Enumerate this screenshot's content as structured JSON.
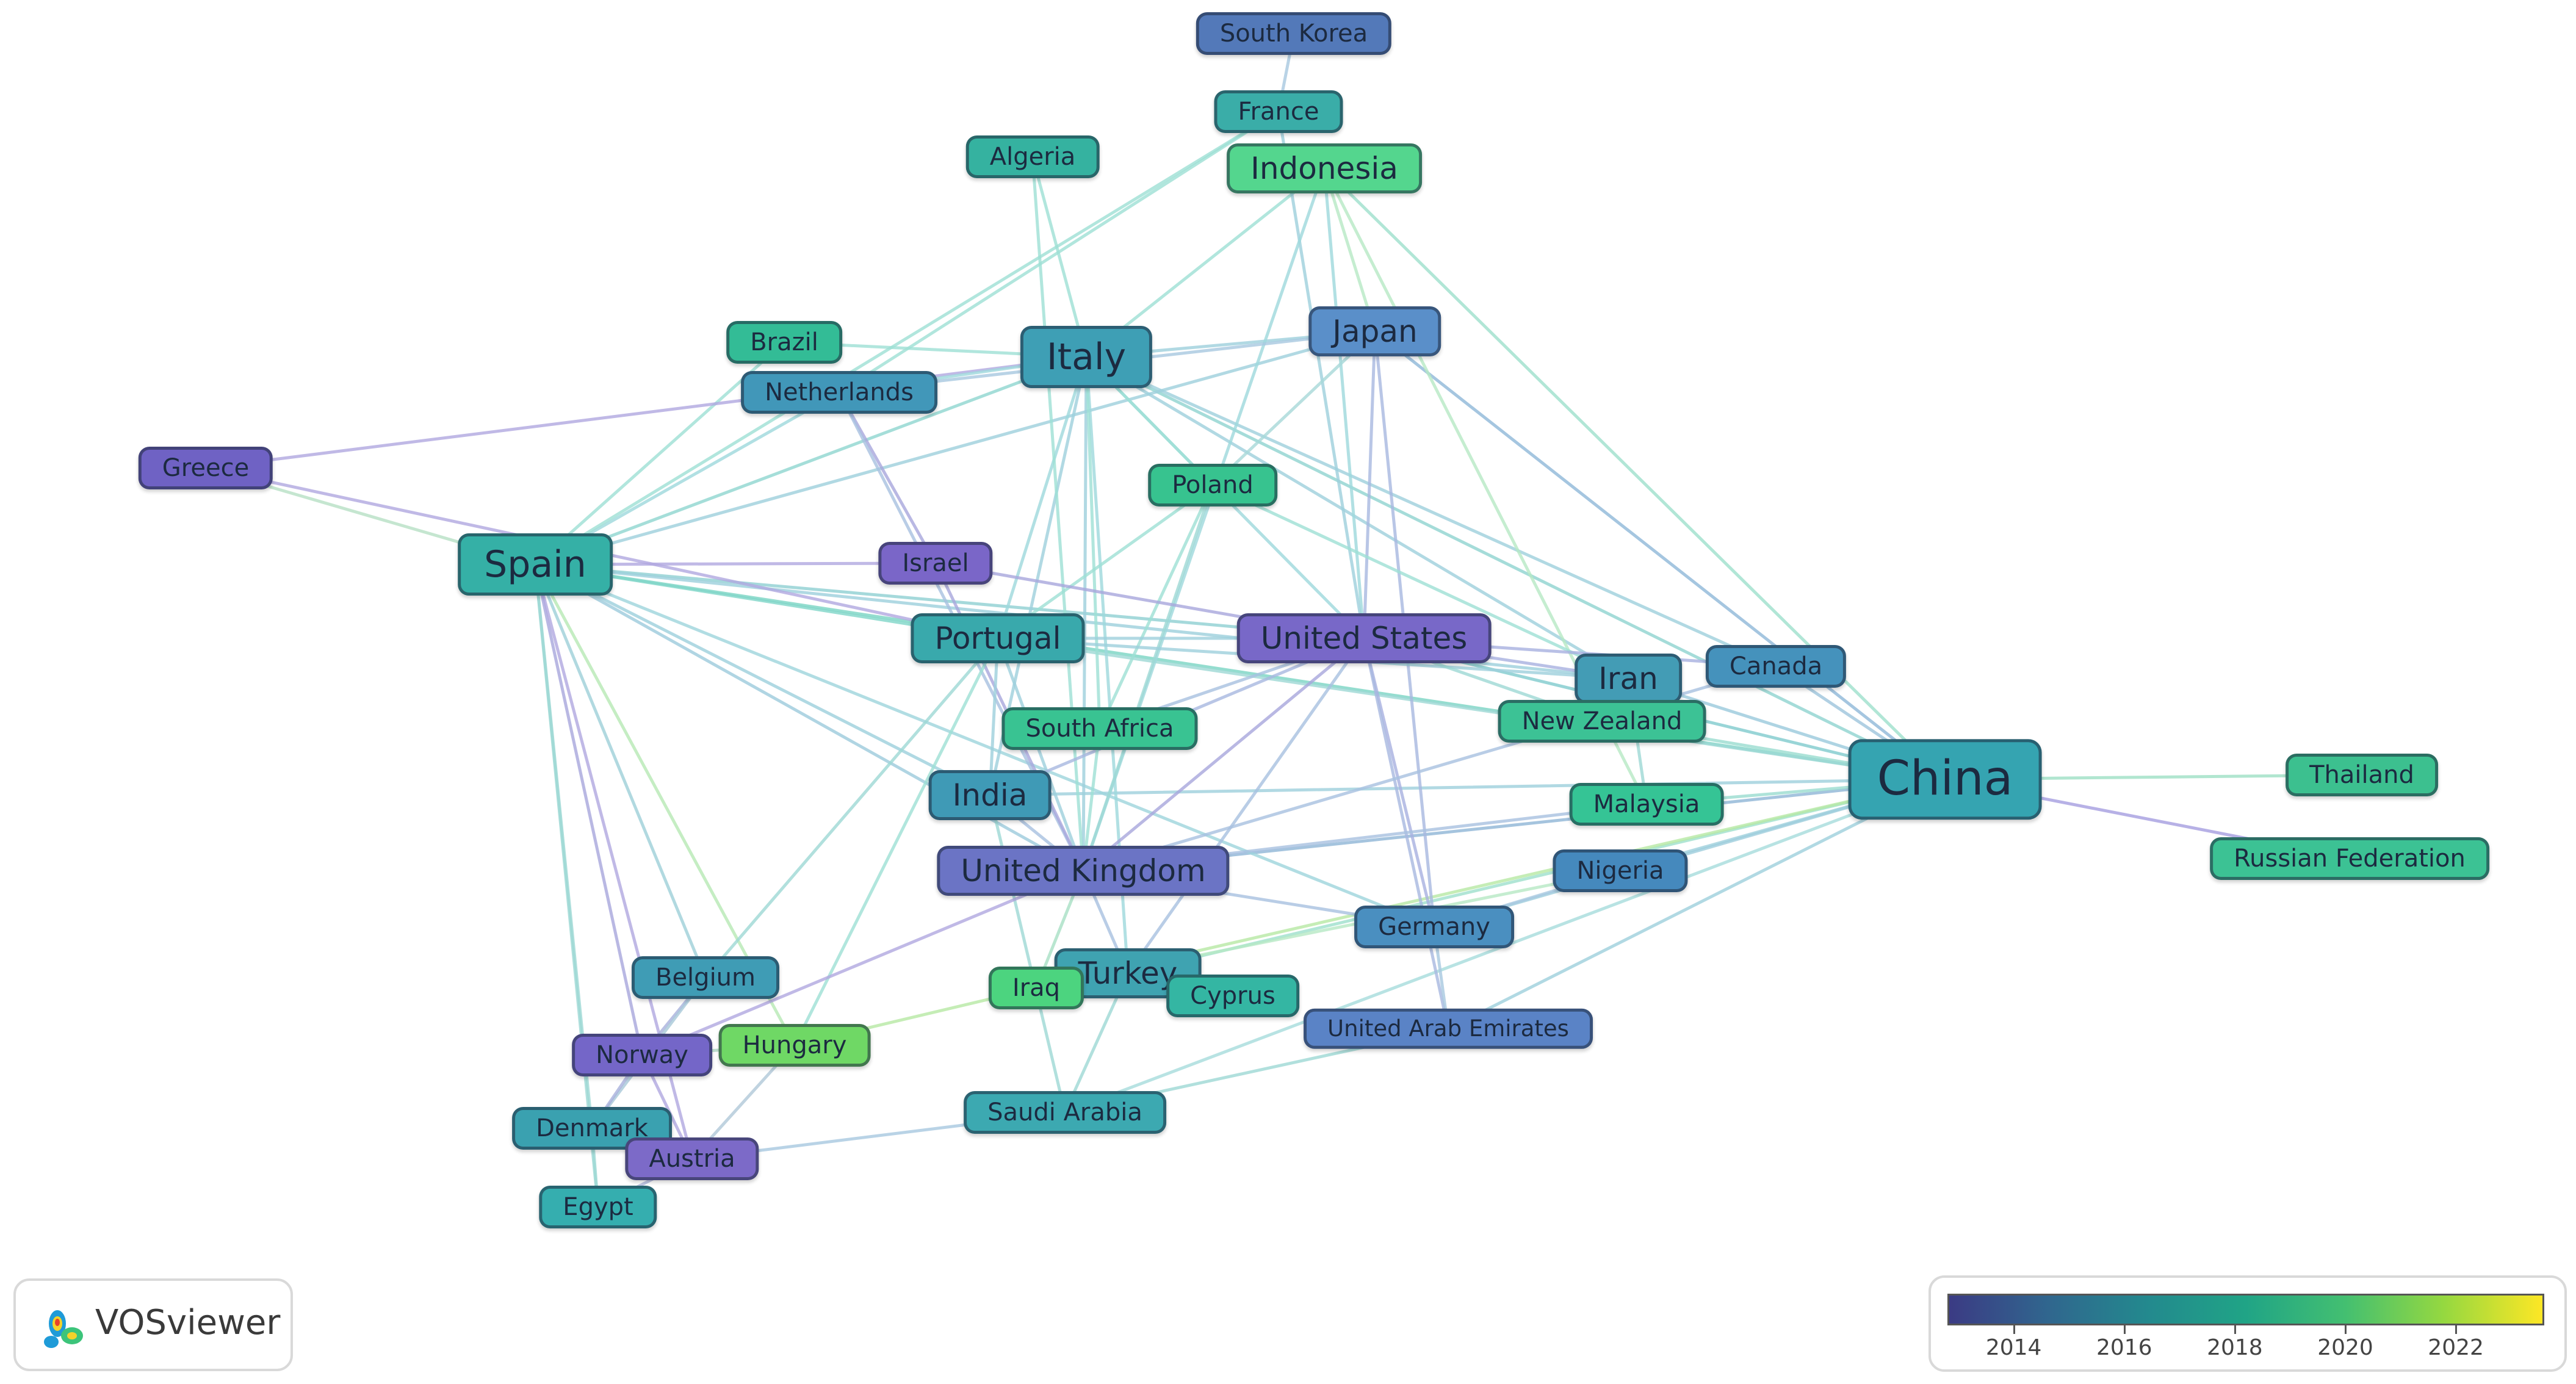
{
  "app": {
    "brand_name": "VOSviewer"
  },
  "legend": {
    "gradient": [
      "#3b3b84",
      "#30668e",
      "#23898e",
      "#20a486",
      "#43bf71",
      "#95d840",
      "#fde725"
    ],
    "range": [
      2012.8,
      2023.6
    ],
    "ticks": [
      {
        "label": "2014",
        "value": 2014
      },
      {
        "label": "2016",
        "value": 2016
      },
      {
        "label": "2018",
        "value": 2018
      },
      {
        "label": "2020",
        "value": 2020
      },
      {
        "label": "2022",
        "value": 2022
      }
    ]
  },
  "nodes": [
    {
      "id": "south-korea",
      "label": "South Korea",
      "color": "#5379b9",
      "size": "s"
    },
    {
      "id": "france",
      "label": "France",
      "color": "#3aada8",
      "size": "s"
    },
    {
      "id": "algeria",
      "label": "Algeria",
      "color": "#35b2a0",
      "size": "s"
    },
    {
      "id": "indonesia",
      "label": "Indonesia",
      "color": "#54d68e",
      "size": "m"
    },
    {
      "id": "brazil",
      "label": "Brazil",
      "color": "#33bc96",
      "size": "s"
    },
    {
      "id": "italy",
      "label": "Italy",
      "color": "#3e9fb5",
      "size": "l"
    },
    {
      "id": "japan",
      "label": "Japan",
      "color": "#5a8fc9",
      "size": "m"
    },
    {
      "id": "netherlands",
      "label": "Netherlands",
      "color": "#4197b9",
      "size": "s"
    },
    {
      "id": "greece",
      "label": "Greece",
      "color": "#6f62c4",
      "size": "s"
    },
    {
      "id": "poland",
      "label": "Poland",
      "color": "#37c38f",
      "size": "s"
    },
    {
      "id": "spain",
      "label": "Spain",
      "color": "#35b0a6",
      "size": "l"
    },
    {
      "id": "israel",
      "label": "Israel",
      "color": "#7a66c8",
      "size": "s"
    },
    {
      "id": "portugal",
      "label": "Portugal",
      "color": "#39a9ac",
      "size": "m"
    },
    {
      "id": "united-states",
      "label": "United States",
      "color": "#7868c8",
      "size": "m"
    },
    {
      "id": "iran",
      "label": "Iran",
      "color": "#439cb5",
      "size": "m"
    },
    {
      "id": "canada",
      "label": "Canada",
      "color": "#4592bc",
      "size": "s"
    },
    {
      "id": "new-zealand",
      "label": "New Zealand",
      "color": "#3cc295",
      "size": "s"
    },
    {
      "id": "south-africa",
      "label": "South Africa",
      "color": "#39c392",
      "size": "s"
    },
    {
      "id": "china",
      "label": "China",
      "color": "#35a4b1",
      "size": "xl"
    },
    {
      "id": "thailand",
      "label": "Thailand",
      "color": "#3cc08f",
      "size": "s"
    },
    {
      "id": "india",
      "label": "India",
      "color": "#3f9ab6",
      "size": "m"
    },
    {
      "id": "malaysia",
      "label": "Malaysia",
      "color": "#35c495",
      "size": "s"
    },
    {
      "id": "united-kingdom",
      "label": "United Kingdom",
      "color": "#6b74c5",
      "size": "m"
    },
    {
      "id": "nigeria",
      "label": "Nigeria",
      "color": "#4589bd",
      "size": "s"
    },
    {
      "id": "russian-federation",
      "label": "Russian Federation",
      "color": "#3cc294",
      "size": "s"
    },
    {
      "id": "germany",
      "label": "Germany",
      "color": "#4a8fc0",
      "size": "s"
    },
    {
      "id": "belgium",
      "label": "Belgium",
      "color": "#3f9cb5",
      "size": "s"
    },
    {
      "id": "turkey",
      "label": "Turkey",
      "color": "#3fa3b1",
      "size": "m"
    },
    {
      "id": "iraq",
      "label": "Iraq",
      "color": "#4cd47f",
      "size": "s"
    },
    {
      "id": "cyprus",
      "label": "Cyprus",
      "color": "#34b6a3",
      "size": "s"
    },
    {
      "id": "united-arab-emirates",
      "label": "United Arab Emirates",
      "color": "#5a83c6",
      "size": "xs"
    },
    {
      "id": "norway",
      "label": "Norway",
      "color": "#7466c8",
      "size": "s"
    },
    {
      "id": "hungary",
      "label": "Hungary",
      "color": "#6fd865",
      "size": "s"
    },
    {
      "id": "denmark",
      "label": "Denmark",
      "color": "#3aa1b0",
      "size": "s"
    },
    {
      "id": "austria",
      "label": "Austria",
      "color": "#7c6ac8",
      "size": "s"
    },
    {
      "id": "saudi-arabia",
      "label": "Saudi Arabia",
      "color": "#3ca9b1",
      "size": "s"
    },
    {
      "id": "egypt",
      "label": "Egypt",
      "color": "#35aeaf",
      "size": "s"
    }
  ],
  "edges": [
    {
      "from": "china",
      "to": "united-states",
      "color": "#7fcbcd"
    },
    {
      "from": "china",
      "to": "united-kingdom",
      "color": "#8fb5d6"
    },
    {
      "from": "china",
      "to": "japan",
      "color": "#8fb8d8"
    },
    {
      "from": "china",
      "to": "italy",
      "color": "#8ed3d0"
    },
    {
      "from": "china",
      "to": "spain",
      "color": "#79d4c3"
    },
    {
      "from": "china",
      "to": "canada",
      "color": "#9ec4dc"
    },
    {
      "from": "china",
      "to": "iran",
      "color": "#9ac9dc"
    },
    {
      "from": "china",
      "to": "malaysia",
      "color": "#9adcd0"
    },
    {
      "from": "china",
      "to": "new-zealand",
      "color": "#9adcd0"
    },
    {
      "from": "china",
      "to": "nigeria",
      "color": "#9ed0dc"
    },
    {
      "from": "china",
      "to": "thailand",
      "color": "#9ee0c4"
    },
    {
      "from": "china",
      "to": "russian-federation",
      "color": "#a59ee0"
    },
    {
      "from": "china",
      "to": "germany",
      "color": "#9ecddc"
    },
    {
      "from": "china",
      "to": "united-arab-emirates",
      "color": "#9ed0dc"
    },
    {
      "from": "china",
      "to": "saudi-arabia",
      "color": "#a6dcdc"
    },
    {
      "from": "china",
      "to": "turkey",
      "color": "#9ee0cc"
    },
    {
      "from": "china",
      "to": "portugal",
      "color": "#9ed8d4"
    },
    {
      "from": "china",
      "to": "indonesia",
      "color": "#9ee0cc"
    },
    {
      "from": "china",
      "to": "iraq",
      "color": "#b6e8a4"
    },
    {
      "from": "china",
      "to": "india",
      "color": "#9ed0dc"
    },
    {
      "from": "spain",
      "to": "italy",
      "color": "#8fd6cf"
    },
    {
      "from": "spain",
      "to": "portugal",
      "color": "#7fd6c8"
    },
    {
      "from": "spain",
      "to": "united-states",
      "color": "#8fd0d2"
    },
    {
      "from": "spain",
      "to": "iran",
      "color": "#9ccfdc"
    },
    {
      "from": "spain",
      "to": "greece",
      "color": "#b6e0c4"
    },
    {
      "from": "spain",
      "to": "brazil",
      "color": "#9ee0d4"
    },
    {
      "from": "spain",
      "to": "netherlands",
      "color": "#9ed8dc"
    },
    {
      "from": "spain",
      "to": "japan",
      "color": "#9ed0dc"
    },
    {
      "from": "spain",
      "to": "france",
      "color": "#9ee0d4"
    },
    {
      "from": "spain",
      "to": "united-kingdom",
      "color": "#9ccadc"
    },
    {
      "from": "spain",
      "to": "india",
      "color": "#9ccfdc"
    },
    {
      "from": "spain",
      "to": "germany",
      "color": "#9ed5dc"
    },
    {
      "from": "spain",
      "to": "belgium",
      "color": "#9ed0d8"
    },
    {
      "from": "spain",
      "to": "norway",
      "color": "#a8a6dc"
    },
    {
      "from": "spain",
      "to": "denmark",
      "color": "#9ed8d4"
    },
    {
      "from": "spain",
      "to": "austria",
      "color": "#b0a8e0"
    },
    {
      "from": "spain",
      "to": "egypt",
      "color": "#9ed8d4"
    },
    {
      "from": "spain",
      "to": "hungary",
      "color": "#b6e8b4"
    },
    {
      "from": "spain",
      "to": "israel",
      "color": "#b0a8e0"
    },
    {
      "from": "greece",
      "to": "italy",
      "color": "#b0a8e0"
    },
    {
      "from": "greece",
      "to": "portugal",
      "color": "#b0a8e0"
    },
    {
      "from": "italy",
      "to": "united-states",
      "color": "#9ed8dc"
    },
    {
      "from": "italy",
      "to": "united-kingdom",
      "color": "#9ed0dc"
    },
    {
      "from": "italy",
      "to": "japan",
      "color": "#9ed0dc"
    },
    {
      "from": "italy",
      "to": "algeria",
      "color": "#9ee0d4"
    },
    {
      "from": "italy",
      "to": "indonesia",
      "color": "#9ee0d4"
    },
    {
      "from": "italy",
      "to": "brazil",
      "color": "#9ee0d4"
    },
    {
      "from": "italy",
      "to": "netherlands",
      "color": "#9ed8dc"
    },
    {
      "from": "italy",
      "to": "poland",
      "color": "#9ee0d4"
    },
    {
      "from": "italy",
      "to": "portugal",
      "color": "#9ed8dc"
    },
    {
      "from": "italy",
      "to": "india",
      "color": "#9ed0dc"
    },
    {
      "from": "italy",
      "to": "iran",
      "color": "#9ed0dc"
    },
    {
      "from": "italy",
      "to": "canada",
      "color": "#9ed0dc"
    },
    {
      "from": "italy",
      "to": "turkey",
      "color": "#9ed8dc"
    },
    {
      "from": "italy",
      "to": "south-africa",
      "color": "#9ee0d4"
    },
    {
      "from": "algeria",
      "to": "united-kingdom",
      "color": "#9ee0d4"
    },
    {
      "from": "south-korea",
      "to": "france",
      "color": "#a8c8e0"
    },
    {
      "from": "france",
      "to": "united-states",
      "color": "#9ed0dc"
    },
    {
      "from": "france",
      "to": "netherlands",
      "color": "#9ee0d4"
    },
    {
      "from": "indonesia",
      "to": "united-states",
      "color": "#9ed8dc"
    },
    {
      "from": "indonesia",
      "to": "united-kingdom",
      "color": "#9ed8dc"
    },
    {
      "from": "indonesia",
      "to": "malaysia",
      "color": "#b6e8c4"
    },
    {
      "from": "indonesia",
      "to": "japan",
      "color": "#b6e8c4"
    },
    {
      "from": "japan",
      "to": "united-states",
      "color": "#a8b8e0"
    },
    {
      "from": "japan",
      "to": "netherlands",
      "color": "#a8c8e0"
    },
    {
      "from": "japan",
      "to": "poland",
      "color": "#a8d8d8"
    },
    {
      "from": "japan",
      "to": "germany",
      "color": "#a8b8e0"
    },
    {
      "from": "netherlands",
      "to": "israel",
      "color": "#a8a6dc"
    },
    {
      "from": "netherlands",
      "to": "united-kingdom",
      "color": "#a8c0e0"
    },
    {
      "from": "poland",
      "to": "united-kingdom",
      "color": "#9ed8d4"
    },
    {
      "from": "poland",
      "to": "portugal",
      "color": "#9ee0d4"
    },
    {
      "from": "poland",
      "to": "iran",
      "color": "#9ee0d4"
    },
    {
      "from": "poland",
      "to": "south-africa",
      "color": "#9ee0d4"
    },
    {
      "from": "israel",
      "to": "united-states",
      "color": "#a8a6dc"
    },
    {
      "from": "israel",
      "to": "united-kingdom",
      "color": "#a8a6dc"
    },
    {
      "from": "portugal",
      "to": "united-states",
      "color": "#9ed0dc"
    },
    {
      "from": "portugal",
      "to": "united-kingdom",
      "color": "#9ed0dc"
    },
    {
      "from": "portugal",
      "to": "iran",
      "color": "#9ed0dc"
    },
    {
      "from": "portugal",
      "to": "india",
      "color": "#9ed0dc"
    },
    {
      "from": "portugal",
      "to": "belgium",
      "color": "#9ed8d4"
    },
    {
      "from": "portugal",
      "to": "hungary",
      "color": "#9ee0d4"
    },
    {
      "from": "united-states",
      "to": "united-kingdom",
      "color": "#a8a6dc"
    },
    {
      "from": "united-states",
      "to": "iran",
      "color": "#a8b0e0"
    },
    {
      "from": "united-states",
      "to": "canada",
      "color": "#a8b0e0"
    },
    {
      "from": "united-states",
      "to": "india",
      "color": "#a8b8e0"
    },
    {
      "from": "united-states",
      "to": "germany",
      "color": "#a8b0e0"
    },
    {
      "from": "united-states",
      "to": "turkey",
      "color": "#a8c0e0"
    },
    {
      "from": "united-states",
      "to": "united-arab-emirates",
      "color": "#a8b8e0"
    },
    {
      "from": "united-states",
      "to": "new-zealand",
      "color": "#9ed8d4"
    },
    {
      "from": "united-states",
      "to": "south-africa",
      "color": "#a8c0e0"
    },
    {
      "from": "iran",
      "to": "new-zealand",
      "color": "#9ed8d4"
    },
    {
      "from": "iran",
      "to": "malaysia",
      "color": "#9ed8d4"
    },
    {
      "from": "canada",
      "to": "united-kingdom",
      "color": "#a8c0e0"
    },
    {
      "from": "south-africa",
      "to": "united-kingdom",
      "color": "#9ee0d4"
    },
    {
      "from": "india",
      "to": "united-kingdom",
      "color": "#a8c0e0"
    },
    {
      "from": "india",
      "to": "saudi-arabia",
      "color": "#9ed8d4"
    },
    {
      "from": "united-kingdom",
      "to": "malaysia",
      "color": "#a8c0e0"
    },
    {
      "from": "united-kingdom",
      "to": "turkey",
      "color": "#a8c0e0"
    },
    {
      "from": "united-kingdom",
      "to": "norway",
      "color": "#b0a8e0"
    },
    {
      "from": "united-kingdom",
      "to": "germany",
      "color": "#a8c0e0"
    },
    {
      "from": "united-kingdom",
      "to": "iraq",
      "color": "#a8e0c4"
    },
    {
      "from": "germany",
      "to": "nigeria",
      "color": "#a8c8e0"
    },
    {
      "from": "germany",
      "to": "united-arab-emirates",
      "color": "#a8c8e0"
    },
    {
      "from": "nigeria",
      "to": "iraq",
      "color": "#b6e8c4"
    },
    {
      "from": "turkey",
      "to": "cyprus",
      "color": "#9ee0d4"
    },
    {
      "from": "turkey",
      "to": "saudi-arabia",
      "color": "#9ed8d4"
    },
    {
      "from": "turkey",
      "to": "iraq",
      "color": "#b6e8a4"
    },
    {
      "from": "hungary",
      "to": "iraq",
      "color": "#b6e8a4"
    },
    {
      "from": "hungary",
      "to": "norway",
      "color": "#b0d8c4"
    },
    {
      "from": "hungary",
      "to": "austria",
      "color": "#b0c8d8"
    },
    {
      "from": "belgium",
      "to": "norway",
      "color": "#a8b0dc"
    },
    {
      "from": "belgium",
      "to": "denmark",
      "color": "#a8c8d8"
    },
    {
      "from": "norway",
      "to": "denmark",
      "color": "#a8b0dc"
    },
    {
      "from": "norway",
      "to": "austria",
      "color": "#b0a8e0"
    },
    {
      "from": "denmark",
      "to": "egypt",
      "color": "#9ed8d4"
    },
    {
      "from": "denmark",
      "to": "austria",
      "color": "#a8b0dc"
    },
    {
      "from": "austria",
      "to": "saudi-arabia",
      "color": "#a8c8e0"
    },
    {
      "from": "saudi-arabia",
      "to": "united-arab-emirates",
      "color": "#9ed8d4"
    },
    {
      "from": "egypt",
      "to": "austria",
      "color": "#b0b8dc"
    }
  ]
}
